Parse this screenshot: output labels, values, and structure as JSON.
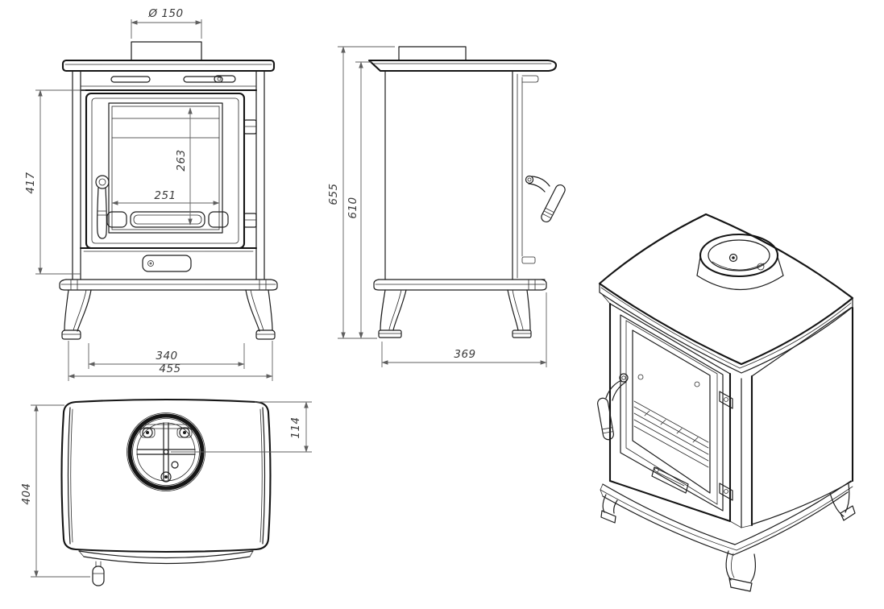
{
  "drawing": {
    "background": "#ffffff",
    "line_color": "#1c1c1c",
    "dimension_line_color": "#5f5f5f",
    "dimension_text_color": "#3a3a3a"
  },
  "views": {
    "front": {
      "dims": {
        "flue_diameter": "Ø 150",
        "body_height": "417",
        "glass_height": "263",
        "glass_width": "251",
        "leg_spacing": "340",
        "overall_width": "455"
      }
    },
    "side": {
      "dims": {
        "overall_height": "655",
        "top_plate_height": "610",
        "depth": "369"
      }
    },
    "top": {
      "dims": {
        "overall_depth": "404",
        "flue_center_offset": "114"
      }
    }
  }
}
